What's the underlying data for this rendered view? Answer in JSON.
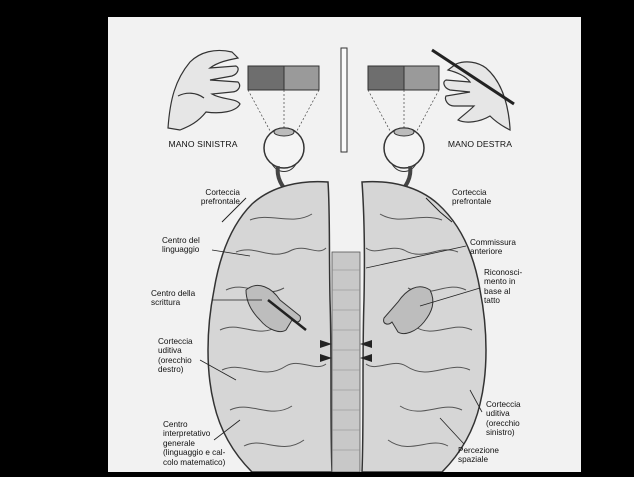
{
  "colors": {
    "background": "#000000",
    "paper": "#f2f2f2",
    "brain_fill": "#d9d9d9",
    "brain_stroke": "#3a3a3a",
    "screen_left": "#6e6e6e",
    "screen_right": "#9a9a9a"
  },
  "icons": [
    "left-hand-icon",
    "right-hand-with-pencil-icon",
    "left-eye-icon",
    "right-eye-icon",
    "brain-icon",
    "corpus-callosum-icon",
    "hand-in-brain-icon"
  ],
  "labels": {
    "mano_sinistra": "MANO SINISTRA",
    "mano_destra": "MANO DESTRA",
    "corteccia_prefrontale_left": "Corteccia\nprefrontale",
    "corteccia_prefrontale_right": "Corteccia\nprefrontale",
    "centro_linguaggio": "Centro del\nlinguaggio",
    "commissura_anteriore": "Commissura\nanteriore",
    "centro_scrittura": "Centro della\nscrittura",
    "riconoscimento_tatto": "Riconosci-\nmento in\nbase al\ntatto",
    "corteccia_uditiva_destro": "Corteccia\nuditiva\n(orecchio\ndestro)",
    "corteccia_uditiva_sinistro": "Corteccia\nuditiva\n(orecchio\nsinistro)",
    "centro_interpretativo": "Centro\ninterpretativo\ngenerale\n(linguaggio e cal-\ncolo matematico)",
    "percezione_spaziale": "Percezione\nspaziale"
  }
}
